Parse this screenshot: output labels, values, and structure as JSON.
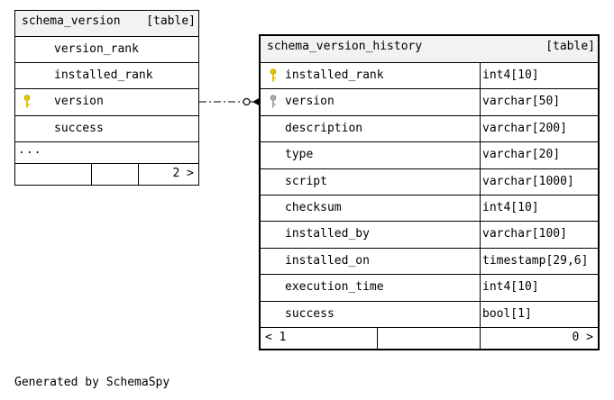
{
  "left_table": {
    "name": "schema_version",
    "kind": "[table]",
    "columns": [
      {
        "name": "version_rank",
        "key": "none"
      },
      {
        "name": "installed_rank",
        "key": "none"
      },
      {
        "name": "version",
        "key": "primary"
      },
      {
        "name": "success",
        "key": "none"
      }
    ],
    "more": "...",
    "children_count": "2 >"
  },
  "right_table": {
    "name": "schema_version_history",
    "kind": "[table]",
    "columns": [
      {
        "name": "installed_rank",
        "type": "int4[10]",
        "key": "primary"
      },
      {
        "name": "version",
        "type": "varchar[50]",
        "key": "foreign"
      },
      {
        "name": "description",
        "type": "varchar[200]",
        "key": "none"
      },
      {
        "name": "type",
        "type": "varchar[20]",
        "key": "none"
      },
      {
        "name": "script",
        "type": "varchar[1000]",
        "key": "none"
      },
      {
        "name": "checksum",
        "type": "int4[10]",
        "key": "none"
      },
      {
        "name": "installed_by",
        "type": "varchar[100]",
        "key": "none"
      },
      {
        "name": "installed_on",
        "type": "timestamp[29,6]",
        "key": "none"
      },
      {
        "name": "execution_time",
        "type": "int4[10]",
        "key": "none"
      },
      {
        "name": "success",
        "type": "bool[1]",
        "key": "none"
      }
    ],
    "parents_count": "< 1",
    "children_count": "0 >"
  },
  "colors": {
    "primary_key": "#e6c200",
    "foreign_key": "#a8a8a8",
    "header_bg": "#f2f2f2"
  },
  "footer": "Generated by SchemaSpy"
}
